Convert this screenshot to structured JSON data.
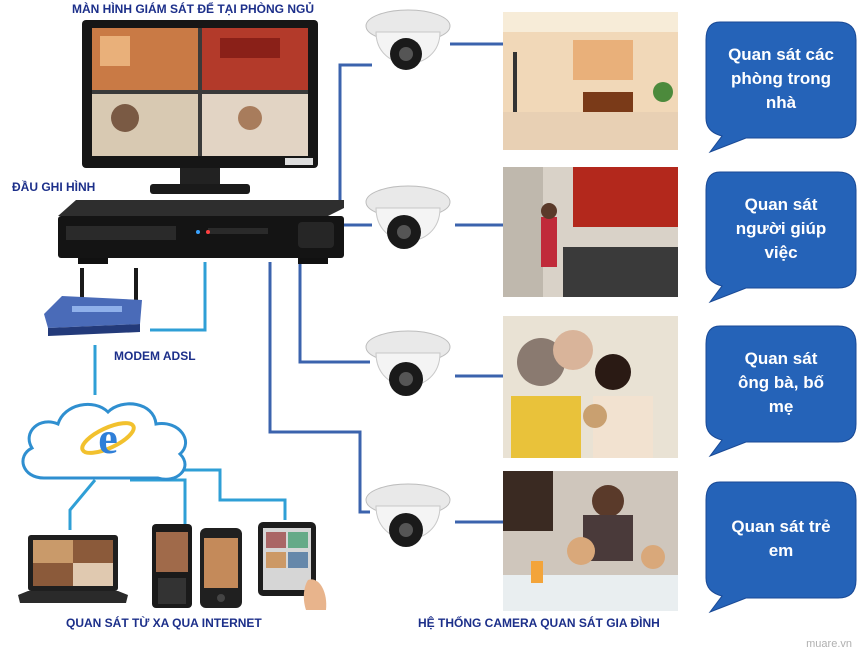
{
  "labels": {
    "monitor": "MÀN HÌNH GIÁM SÁT ĐỂ TẠI PHÒNG NGỦ",
    "dvr": "ĐẦU GHI HÌNH",
    "modem": "MODEM ADSL",
    "remote": "QUAN SÁT TỪ XA QUA INTERNET",
    "system": "HỆ THỐNG CAMERA QUAN SÁT GIA ĐÌNH"
  },
  "bubbles": [
    {
      "lines": [
        "Quan sát các",
        "phòng trong",
        "nhà"
      ]
    },
    {
      "lines": [
        "Quan sát",
        "người giúp",
        "việc"
      ]
    },
    {
      "lines": [
        "Quan sát",
        "ông bà, bố",
        "mẹ"
      ]
    },
    {
      "lines": [
        "Quan sát trẻ",
        "em"
      ]
    }
  ],
  "watermark": "muare.vn",
  "colors": {
    "label": "#1c2f8a",
    "bubble": "#2563b8",
    "wire": "#3b63ad",
    "wire_cyan": "#2f9fd6"
  },
  "icons": {
    "browser": "internet-explorer-icon",
    "camera": "dome-camera-icon"
  }
}
